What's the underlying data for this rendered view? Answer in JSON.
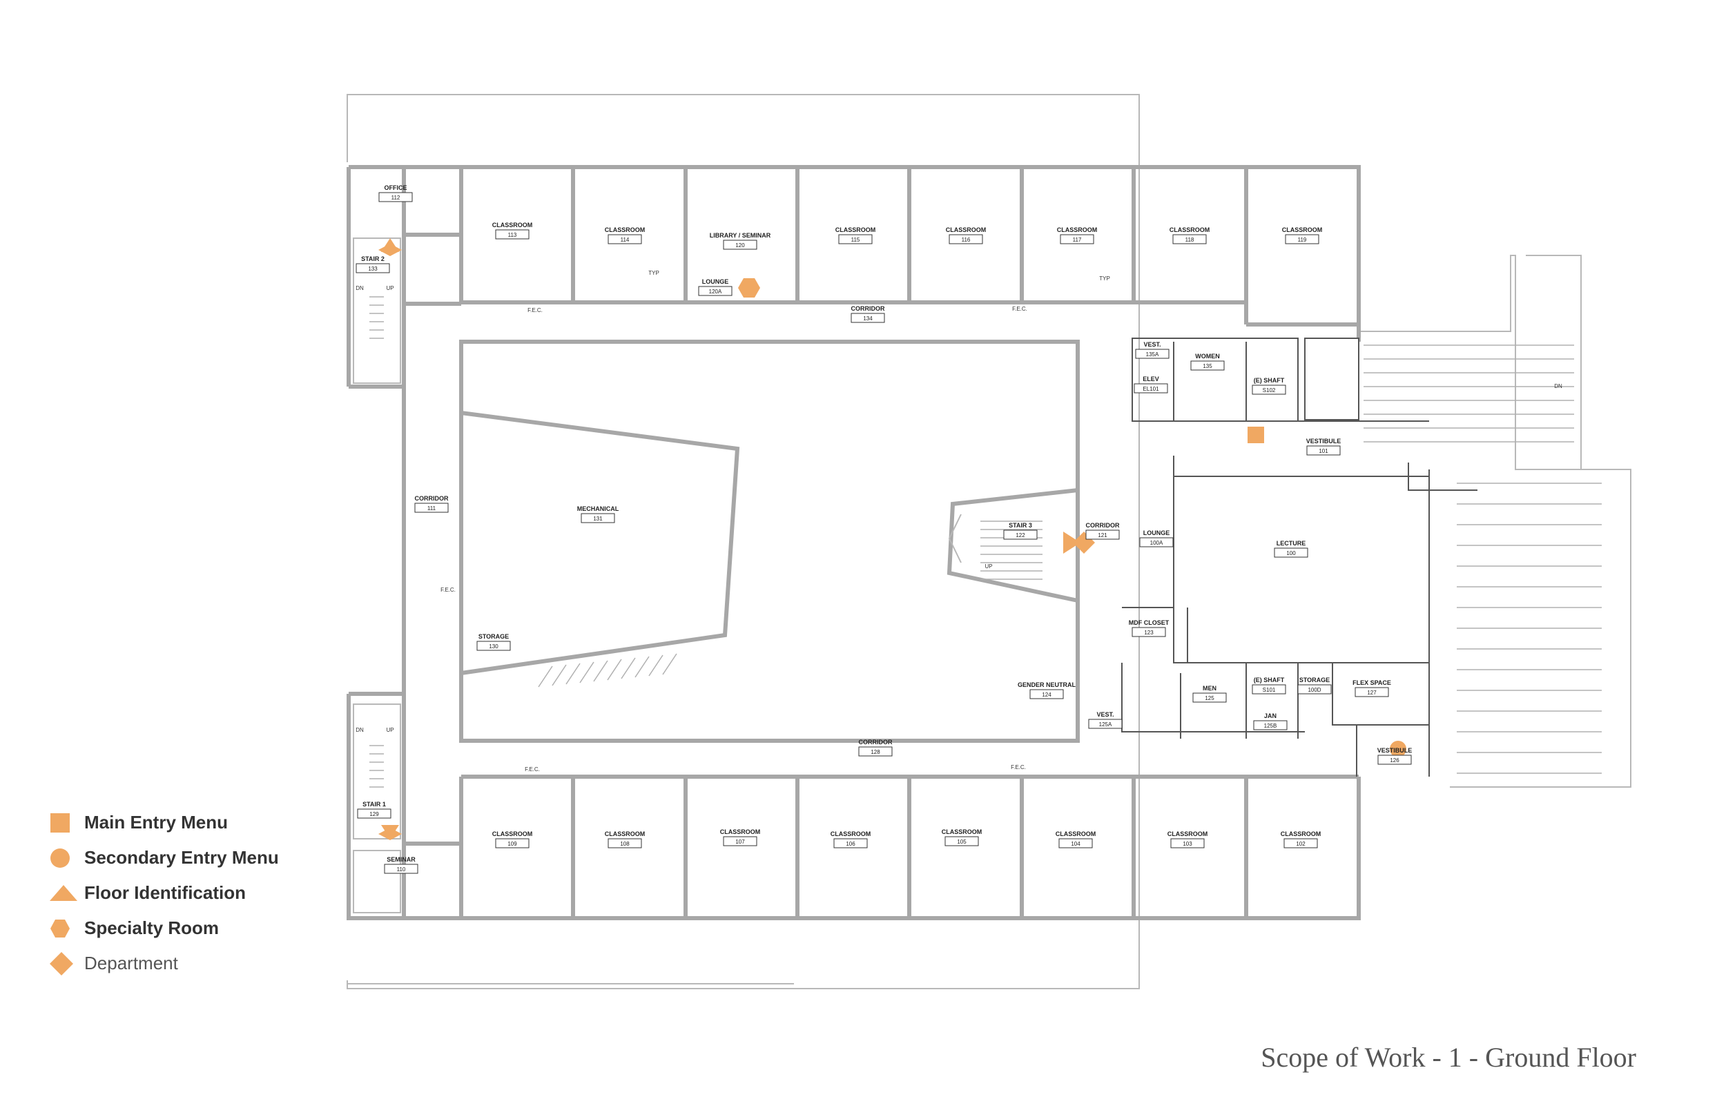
{
  "title": "Scope of Work - 1 - Ground Floor",
  "colors": {
    "accent": "#f0a862",
    "wall": "#a7a7a7",
    "text": "#333333"
  },
  "legend": [
    {
      "symbol": "square",
      "label": "Main Entry Menu"
    },
    {
      "symbol": "circle",
      "label": "Secondary Entry Menu"
    },
    {
      "symbol": "triangle",
      "label": "Floor Identification"
    },
    {
      "symbol": "hexagon",
      "label": "Specialty Room"
    },
    {
      "symbol": "diamond",
      "label": "Department"
    }
  ],
  "rooms": [
    {
      "name": "OFFICE",
      "number": "112"
    },
    {
      "name": "CLASSROOM",
      "number": "113"
    },
    {
      "name": "CLASSROOM",
      "number": "114"
    },
    {
      "name": "LIBRARY / SEMINAR",
      "number": "120"
    },
    {
      "name": "CLASSROOM",
      "number": "115"
    },
    {
      "name": "CLASSROOM",
      "number": "116"
    },
    {
      "name": "CLASSROOM",
      "number": "117"
    },
    {
      "name": "CLASSROOM",
      "number": "118"
    },
    {
      "name": "CLASSROOM",
      "number": "119"
    },
    {
      "name": "STAIR 2",
      "number": "133"
    },
    {
      "name": "LOUNGE",
      "number": "120A"
    },
    {
      "name": "CORRIDOR",
      "number": "134"
    },
    {
      "name": "VEST.",
      "number": "135A"
    },
    {
      "name": "WOMEN",
      "number": "135"
    },
    {
      "name": "ELEV",
      "number": "EL101"
    },
    {
      "name": "(E) SHAFT",
      "number": "S102"
    },
    {
      "name": "VESTIBULE",
      "number": "101"
    },
    {
      "name": "CORRIDOR",
      "number": "111"
    },
    {
      "name": "MECHANICAL",
      "number": "131"
    },
    {
      "name": "STAIR 3",
      "number": "122"
    },
    {
      "name": "CORRIDOR",
      "number": "121"
    },
    {
      "name": "LOUNGE",
      "number": "100A"
    },
    {
      "name": "LECTURE",
      "number": "100"
    },
    {
      "name": "STORAGE",
      "number": "130"
    },
    {
      "name": "MDF CLOSET",
      "number": "123"
    },
    {
      "name": "GENDER NEUTRAL",
      "number": "124"
    },
    {
      "name": "MEN",
      "number": "125"
    },
    {
      "name": "(E) SHAFT",
      "number": "S101"
    },
    {
      "name": "STORAGE",
      "number": "100D"
    },
    {
      "name": "FLEX SPACE",
      "number": "127"
    },
    {
      "name": "VEST.",
      "number": "125A"
    },
    {
      "name": "JAN",
      "number": "125B"
    },
    {
      "name": "CORRIDOR",
      "number": "128"
    },
    {
      "name": "VESTIBULE",
      "number": "126"
    },
    {
      "name": "STAIR 1",
      "number": "129"
    },
    {
      "name": "CLASSROOM",
      "number": "109"
    },
    {
      "name": "CLASSROOM",
      "number": "108"
    },
    {
      "name": "CLASSROOM",
      "number": "107"
    },
    {
      "name": "CLASSROOM",
      "number": "106"
    },
    {
      "name": "CLASSROOM",
      "number": "105"
    },
    {
      "name": "CLASSROOM",
      "number": "104"
    },
    {
      "name": "CLASSROOM",
      "number": "103"
    },
    {
      "name": "CLASSROOM",
      "number": "102"
    },
    {
      "name": "SEMINAR",
      "number": "110"
    }
  ],
  "notes": [
    "F.E.C.",
    "F.E.C.",
    "TYP",
    "TYP",
    "F.E.C.",
    "F.E.C.",
    "F.E.C.",
    "DN",
    "UP",
    "DN",
    "UP",
    "DN",
    "UP"
  ]
}
